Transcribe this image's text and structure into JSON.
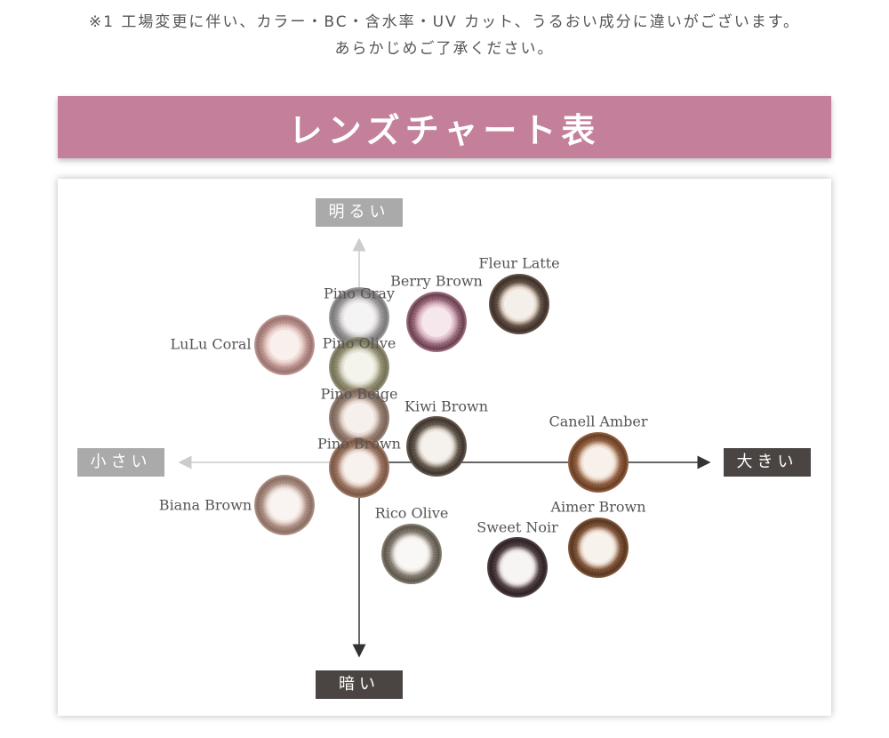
{
  "notice": {
    "line1": "※1 工場変更に伴い、カラー・BC・含水率・UV カット、うるおい成分に違いがございます。",
    "line2": "あらかじめご了承ください。"
  },
  "banner_title": "レンズチャート表",
  "axes": {
    "up": "明るい",
    "down": "暗い",
    "left": "小さい",
    "right": "大きい"
  },
  "lenses": [
    {
      "name": "Fleur Latte",
      "color": "#6b5a4e",
      "inner": "#e9dcd0",
      "ring": "#3e3029"
    },
    {
      "name": "Berry Brown",
      "color": "#a97b8c",
      "inner": "#e8cad4",
      "ring": "#6a4050"
    },
    {
      "name": "Pino Gray",
      "color": "#a7a4a6",
      "inner": "#e8e6e6",
      "ring": "#7a7778"
    },
    {
      "name": "LuLu Coral",
      "color": "#c7a09c",
      "inner": "#f1dcd8",
      "ring": "#9a7470"
    },
    {
      "name": "Pino Olive",
      "color": "#9d9a7e",
      "inner": "#e6e4d6",
      "ring": "#747158"
    },
    {
      "name": "Pino Beige",
      "color": "#a18a7e",
      "inner": "#eaded6",
      "ring": "#7a6458"
    },
    {
      "name": "Kiwi Brown",
      "color": "#6f6458",
      "inner": "#e9e2da",
      "ring": "#3e352e"
    },
    {
      "name": "Canell Amber",
      "color": "#9a6a4c",
      "inner": "#efe0d3",
      "ring": "#6a3e24"
    },
    {
      "name": "Pino Brown",
      "color": "#a88270",
      "inner": "#efe2da",
      "ring": "#7a5644"
    },
    {
      "name": "Biana Brown",
      "color": "#b6998e",
      "inner": "#f1e6e1",
      "ring": "#8c6f64"
    },
    {
      "name": "Rico Olive",
      "color": "#8e877c",
      "inner": "#f2efea",
      "ring": "#5e574c"
    },
    {
      "name": "Sweet Noir",
      "color": "#5a4a4c",
      "inner": "#eee6e7",
      "ring": "#2e2224"
    },
    {
      "name": "Aimer Brown",
      "color": "#8a6044",
      "inner": "#efe2d8",
      "ring": "#5a3620"
    }
  ]
}
